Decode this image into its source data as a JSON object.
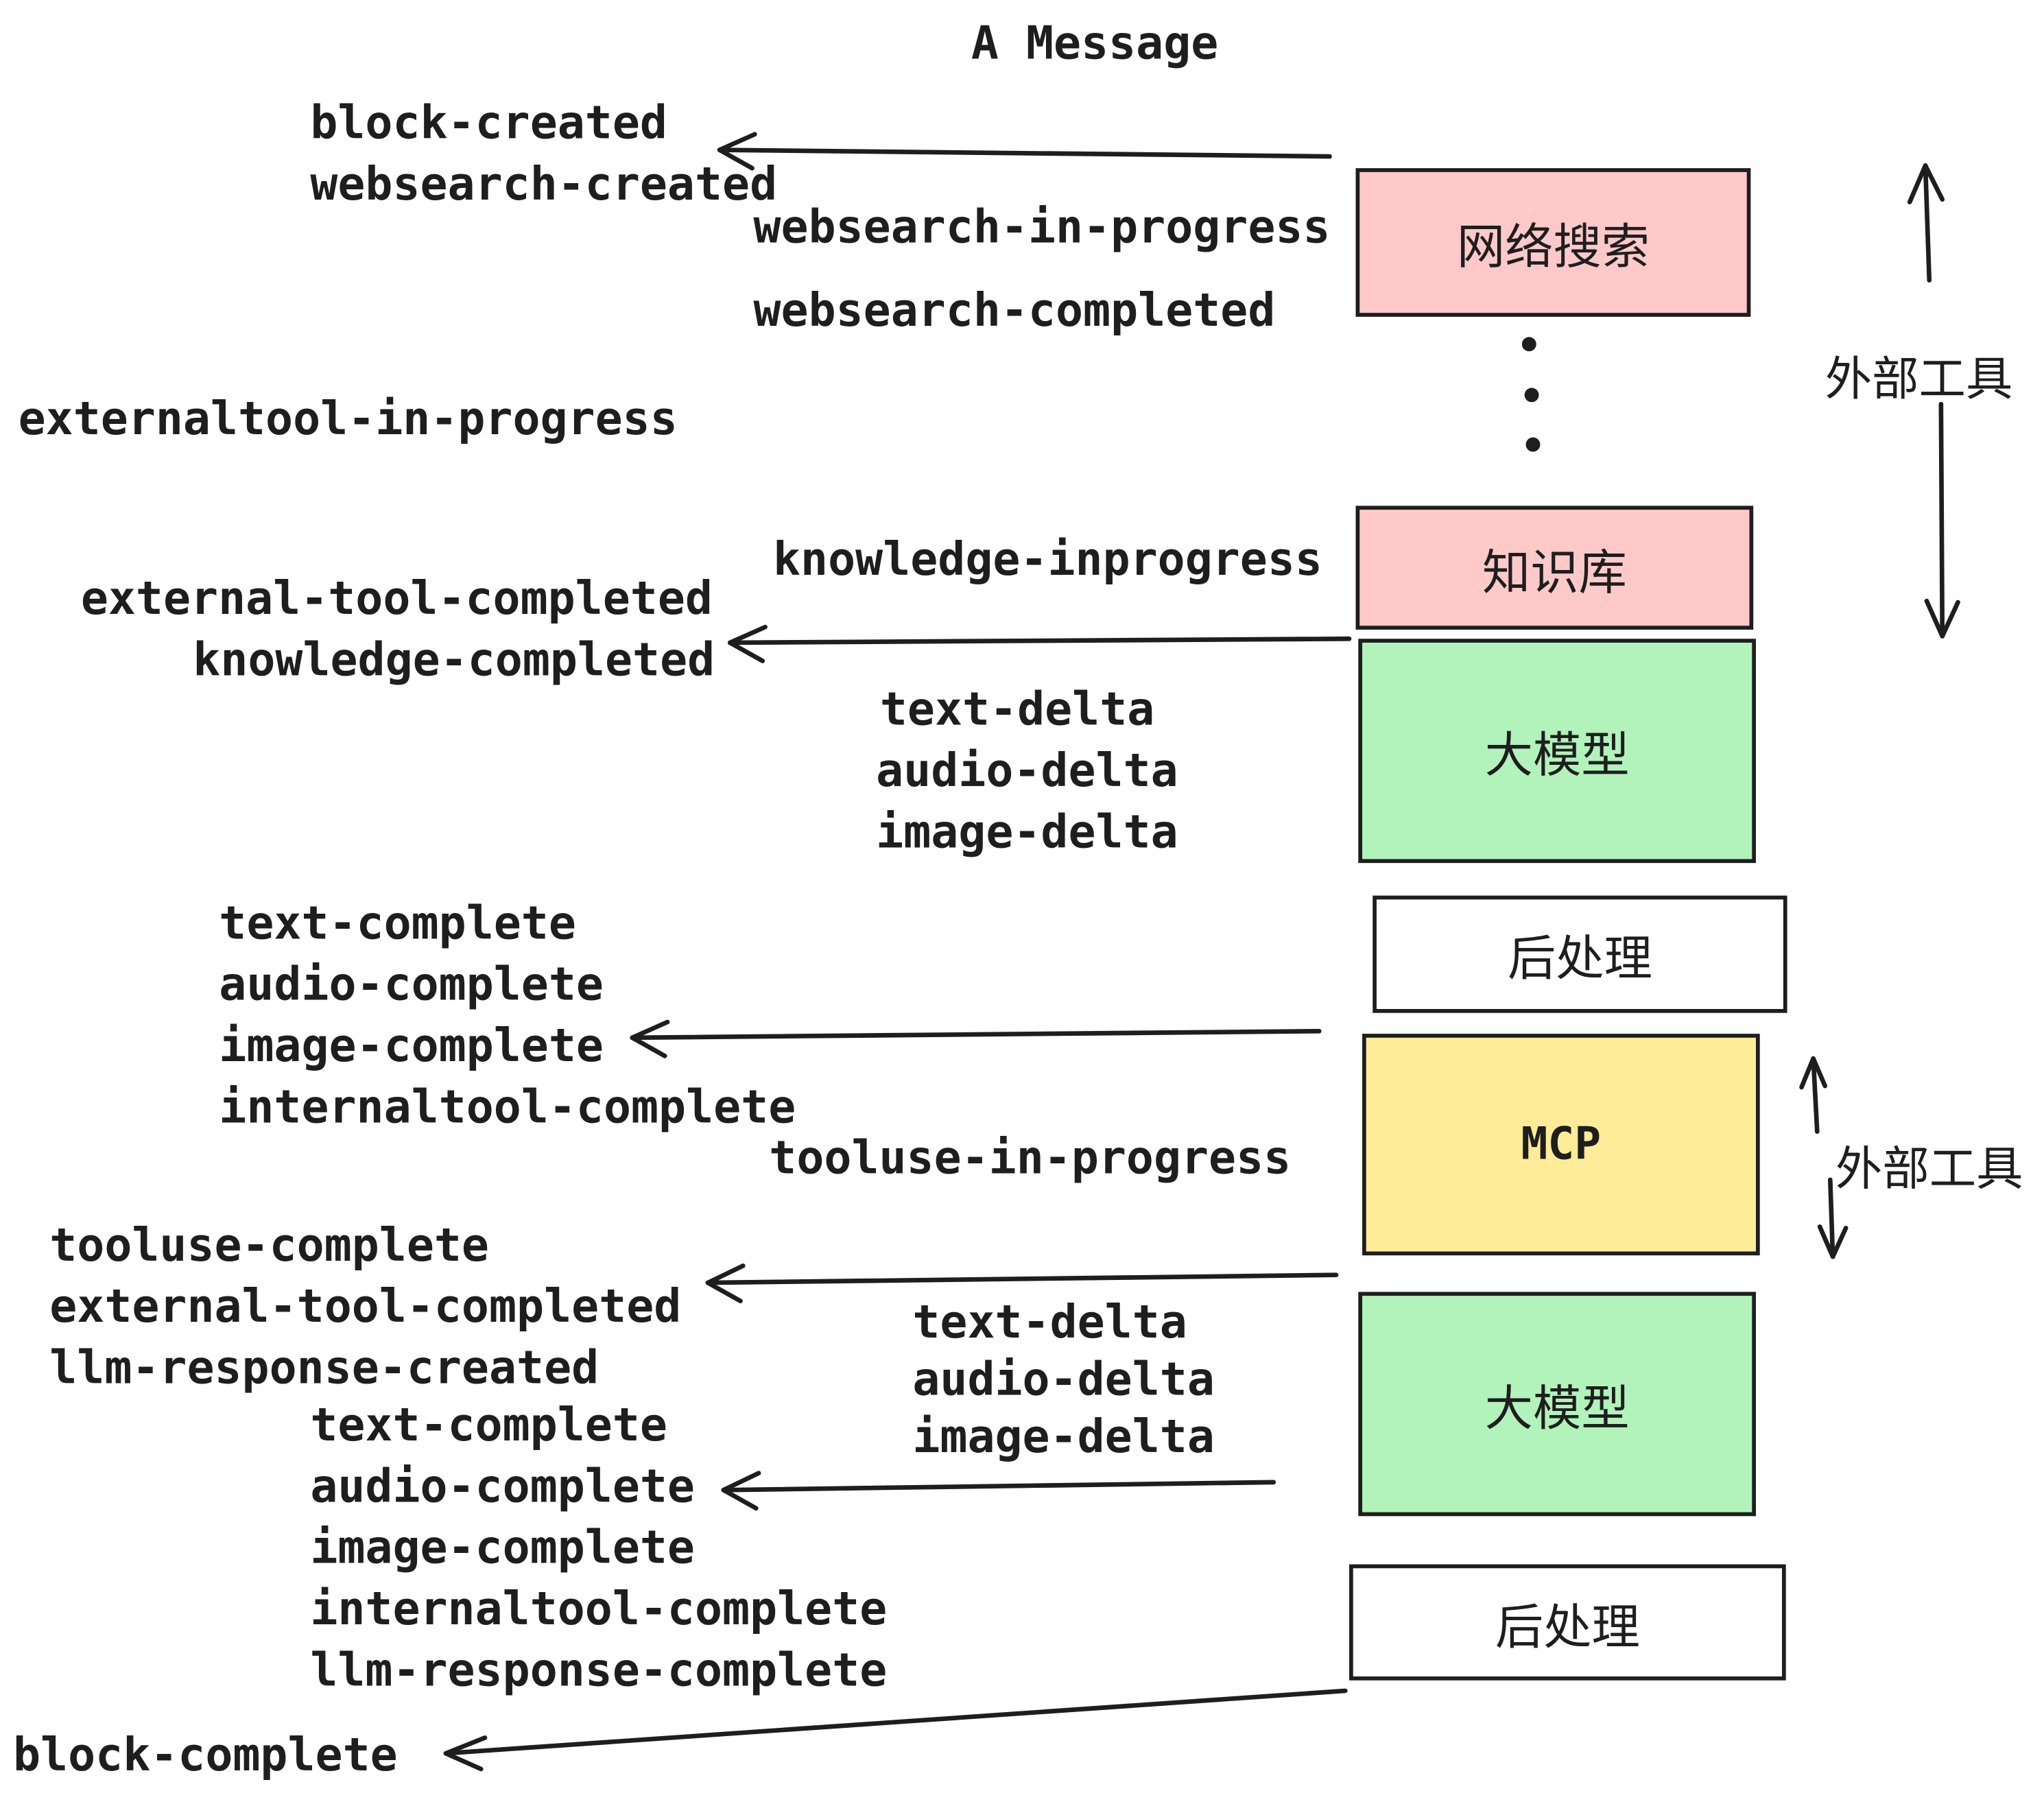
{
  "title": "A Message",
  "colors": {
    "external_tool_box": "#FFC9C9",
    "llm_box": "#B2F2BB",
    "mcp_box": "#FFEC99",
    "post_box": "#FFFFFF",
    "ink": "#1E1E1E",
    "background": "#FFFFFF"
  },
  "boxes": {
    "websearch": {
      "label": "网络搜索"
    },
    "knowledge": {
      "label": "知识库"
    },
    "llm_top": {
      "label": "大模型"
    },
    "post_top": {
      "label": "后处理"
    },
    "mcp": {
      "label": "MCP"
    },
    "llm_bottom": {
      "label": "大模型"
    },
    "post_bottom": {
      "label": "后处理"
    }
  },
  "side": {
    "external_tools_top": "外部工具",
    "external_tools_bottom": "外部工具"
  },
  "events": {
    "block_created": "block-created",
    "websearch_created": "websearch-created",
    "websearch_in_progress": "websearch-in-progress",
    "websearch_completed": "websearch-completed",
    "externaltool_in_progress": "externaltool-in-progress",
    "knowledge_inprogress": "knowledge-inprogress",
    "external_tool_completed_1": "external-tool-completed",
    "knowledge_completed": "knowledge-completed",
    "text_delta_1": "text-delta",
    "audio_delta_1": "audio-delta",
    "image_delta_1": "image-delta",
    "text_complete_1": "text-complete",
    "audio_complete_1": "audio-complete",
    "image_complete_1": "image-complete",
    "internaltool_complete_1": "internaltool-complete",
    "tooluse_in_progress": "tooluse-in-progress",
    "tooluse_complete": "tooluse-complete",
    "external_tool_completed_2": "external-tool-completed",
    "llm_response_created": "llm-response-created",
    "text_delta_2": "text-delta",
    "audio_delta_2": "audio-delta",
    "image_delta_2": "image-delta",
    "text_complete_2": "text-complete",
    "audio_complete_2": "audio-complete",
    "image_complete_2": "image-complete",
    "internaltool_complete_2": "internaltool-complete",
    "llm_response_complete": "llm-response-complete",
    "block_complete": "block-complete"
  }
}
